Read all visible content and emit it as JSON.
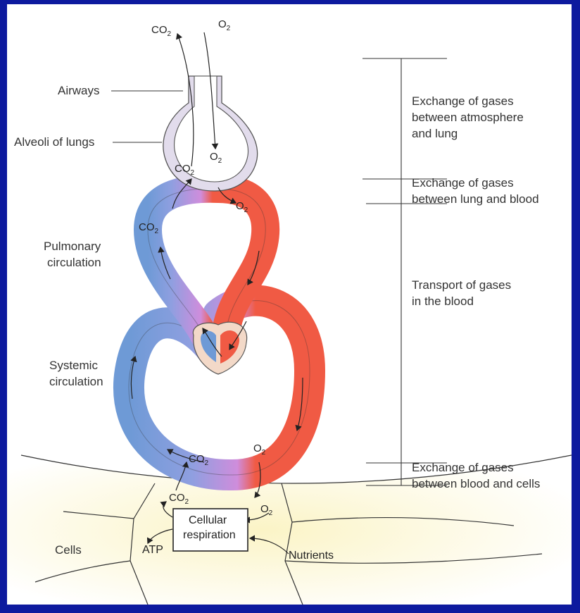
{
  "labels": {
    "airways": "Airways",
    "alveoli": "Alveoli of lungs",
    "pulmonary_1": "Pulmonary",
    "pulmonary_2": "circulation",
    "systemic_1": "Systemic",
    "systemic_2": "circulation",
    "cells": "Cells"
  },
  "stages": {
    "atmosphere_lung_1": "Exchange of gases",
    "atmosphere_lung_2": "between atmosphere",
    "atmosphere_lung_3": "and lung",
    "lung_blood_1": "Exchange of gases",
    "lung_blood_2": "between lung and blood",
    "transport_1": "Transport of gases",
    "transport_2": "in the blood",
    "blood_cells_1": "Exchange of gases",
    "blood_cells_2": "between blood and cells"
  },
  "gases": {
    "co2_main": "CO",
    "o2_main": "O",
    "sub": "2"
  },
  "cellular": {
    "line1": "Cellular",
    "line2": "respiration",
    "atp": "ATP",
    "nutrients": "Nutrients"
  },
  "colors": {
    "border": "#0d1a9e",
    "oxygenated": "#f05a44",
    "deoxygenated": "#6e9ad6",
    "mixed": "#c98ad8",
    "alveolus": "#e2dcec",
    "cells": "#fcf7d6"
  }
}
